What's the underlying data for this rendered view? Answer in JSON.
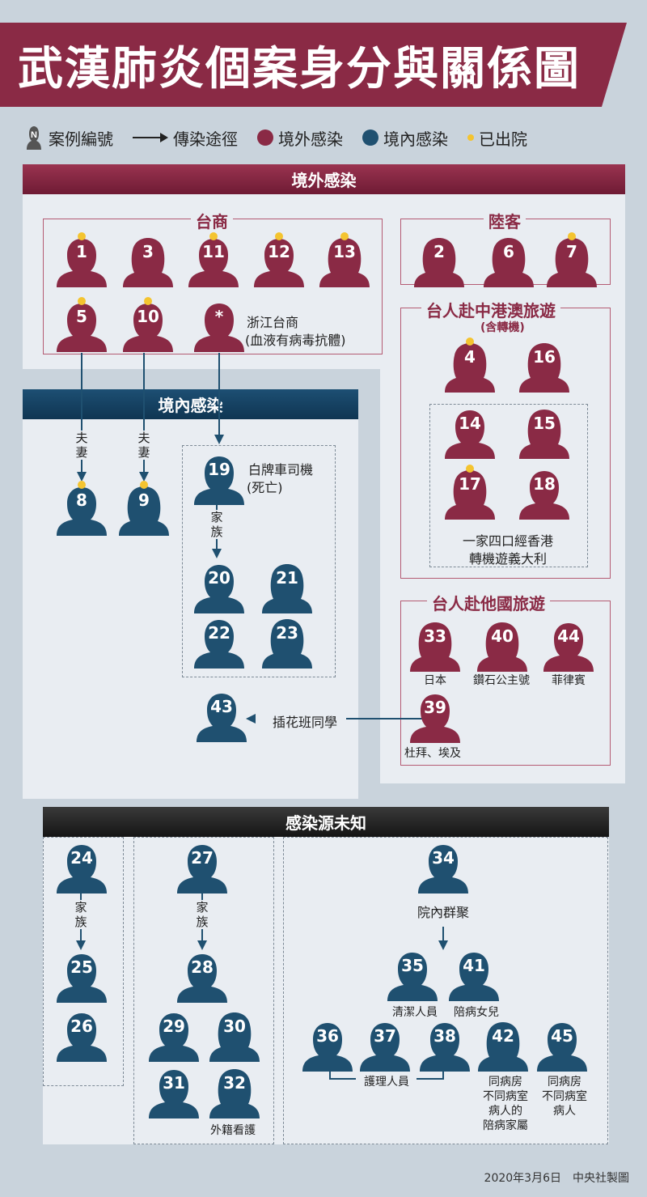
{
  "title": "武漢肺炎個案身分與關係圖",
  "legend": {
    "case_number_badge": "N",
    "case_number": "案例編號",
    "transmission": "傳染途徑",
    "imported": "境外感染",
    "local": "境內感染",
    "discharged": "已出院"
  },
  "colors": {
    "imported": "#8a2a45",
    "local": "#1f5070",
    "unknown": "#1f5070",
    "discharged": "#f4c430"
  },
  "sections": {
    "imported": "境外感染",
    "local": "境內感染",
    "unknown": "感染源未知"
  },
  "groups": {
    "taishang": "台商",
    "luke": "陸客",
    "china_travel": "台人赴中港澳旅遊",
    "china_travel_sub": "(含轉機)",
    "other_travel": "台人赴他國旅遊"
  },
  "annotations": {
    "zhejiang": "浙江台商",
    "zhejiang2": "(血液有病毒抗體)",
    "couple": "夫妻",
    "driver": "白牌車司機",
    "driver2": "(死亡)",
    "family": "家族",
    "family_hk": "一家四口經香港",
    "family_hk2": "轉機遊義大利",
    "japan": "日本",
    "diamond": "鑽石公主號",
    "philippines": "菲律賓",
    "dubai": "杜拜、埃及",
    "flower_class": "插花班同學",
    "foreign_care": "外籍看護",
    "hospital_cluster": "院內群聚",
    "cleaner": "清潔人員",
    "accompany_daughter": "陪病女兒",
    "nursing": "護理人員",
    "same_ward_family_1": "同病房",
    "same_ward_family_2": "不同病室",
    "same_ward_family_3": "病人的",
    "same_ward_family_4": "陪病家屬",
    "same_ward_patient_1": "同病房",
    "same_ward_patient_2": "不同病室",
    "same_ward_patient_3": "病人"
  },
  "cases": [
    {
      "n": "1",
      "type": "imported",
      "discharged": true
    },
    {
      "n": "3",
      "type": "imported",
      "discharged": false
    },
    {
      "n": "11",
      "type": "imported",
      "discharged": true
    },
    {
      "n": "12",
      "type": "imported",
      "discharged": true
    },
    {
      "n": "13",
      "type": "imported",
      "discharged": true
    },
    {
      "n": "5",
      "type": "imported",
      "discharged": true
    },
    {
      "n": "10",
      "type": "imported",
      "discharged": true
    },
    {
      "n": "*",
      "type": "imported",
      "discharged": false
    },
    {
      "n": "2",
      "type": "imported",
      "discharged": false
    },
    {
      "n": "6",
      "type": "imported",
      "discharged": false
    },
    {
      "n": "7",
      "type": "imported",
      "discharged": true
    },
    {
      "n": "4",
      "type": "imported",
      "discharged": true
    },
    {
      "n": "16",
      "type": "imported",
      "discharged": false
    },
    {
      "n": "14",
      "type": "imported",
      "discharged": false
    },
    {
      "n": "15",
      "type": "imported",
      "discharged": false
    },
    {
      "n": "17",
      "type": "imported",
      "discharged": true
    },
    {
      "n": "18",
      "type": "imported",
      "discharged": false
    },
    {
      "n": "33",
      "type": "imported",
      "discharged": false
    },
    {
      "n": "40",
      "type": "imported",
      "discharged": false
    },
    {
      "n": "44",
      "type": "imported",
      "discharged": false
    },
    {
      "n": "39",
      "type": "imported",
      "discharged": false
    },
    {
      "n": "8",
      "type": "local",
      "discharged": true
    },
    {
      "n": "9",
      "type": "local",
      "discharged": true
    },
    {
      "n": "19",
      "type": "local",
      "discharged": false
    },
    {
      "n": "20",
      "type": "local",
      "discharged": false
    },
    {
      "n": "21",
      "type": "local",
      "discharged": false
    },
    {
      "n": "22",
      "type": "local",
      "discharged": false
    },
    {
      "n": "23",
      "type": "local",
      "discharged": false
    },
    {
      "n": "43",
      "type": "local",
      "discharged": false
    },
    {
      "n": "24",
      "type": "unknown",
      "discharged": false
    },
    {
      "n": "25",
      "type": "unknown",
      "discharged": false
    },
    {
      "n": "26",
      "type": "unknown",
      "discharged": false
    },
    {
      "n": "27",
      "type": "unknown",
      "discharged": false
    },
    {
      "n": "28",
      "type": "unknown",
      "discharged": false
    },
    {
      "n": "29",
      "type": "unknown",
      "discharged": false
    },
    {
      "n": "30",
      "type": "unknown",
      "discharged": false
    },
    {
      "n": "31",
      "type": "unknown",
      "discharged": false
    },
    {
      "n": "32",
      "type": "unknown",
      "discharged": false
    },
    {
      "n": "34",
      "type": "unknown",
      "discharged": false
    },
    {
      "n": "35",
      "type": "unknown",
      "discharged": false
    },
    {
      "n": "41",
      "type": "unknown",
      "discharged": false
    },
    {
      "n": "36",
      "type": "unknown",
      "discharged": false
    },
    {
      "n": "37",
      "type": "unknown",
      "discharged": false
    },
    {
      "n": "38",
      "type": "unknown",
      "discharged": false
    },
    {
      "n": "42",
      "type": "unknown",
      "discharged": false
    },
    {
      "n": "45",
      "type": "unknown",
      "discharged": false
    }
  ],
  "footer": "2020年3月6日　中央社製圖"
}
